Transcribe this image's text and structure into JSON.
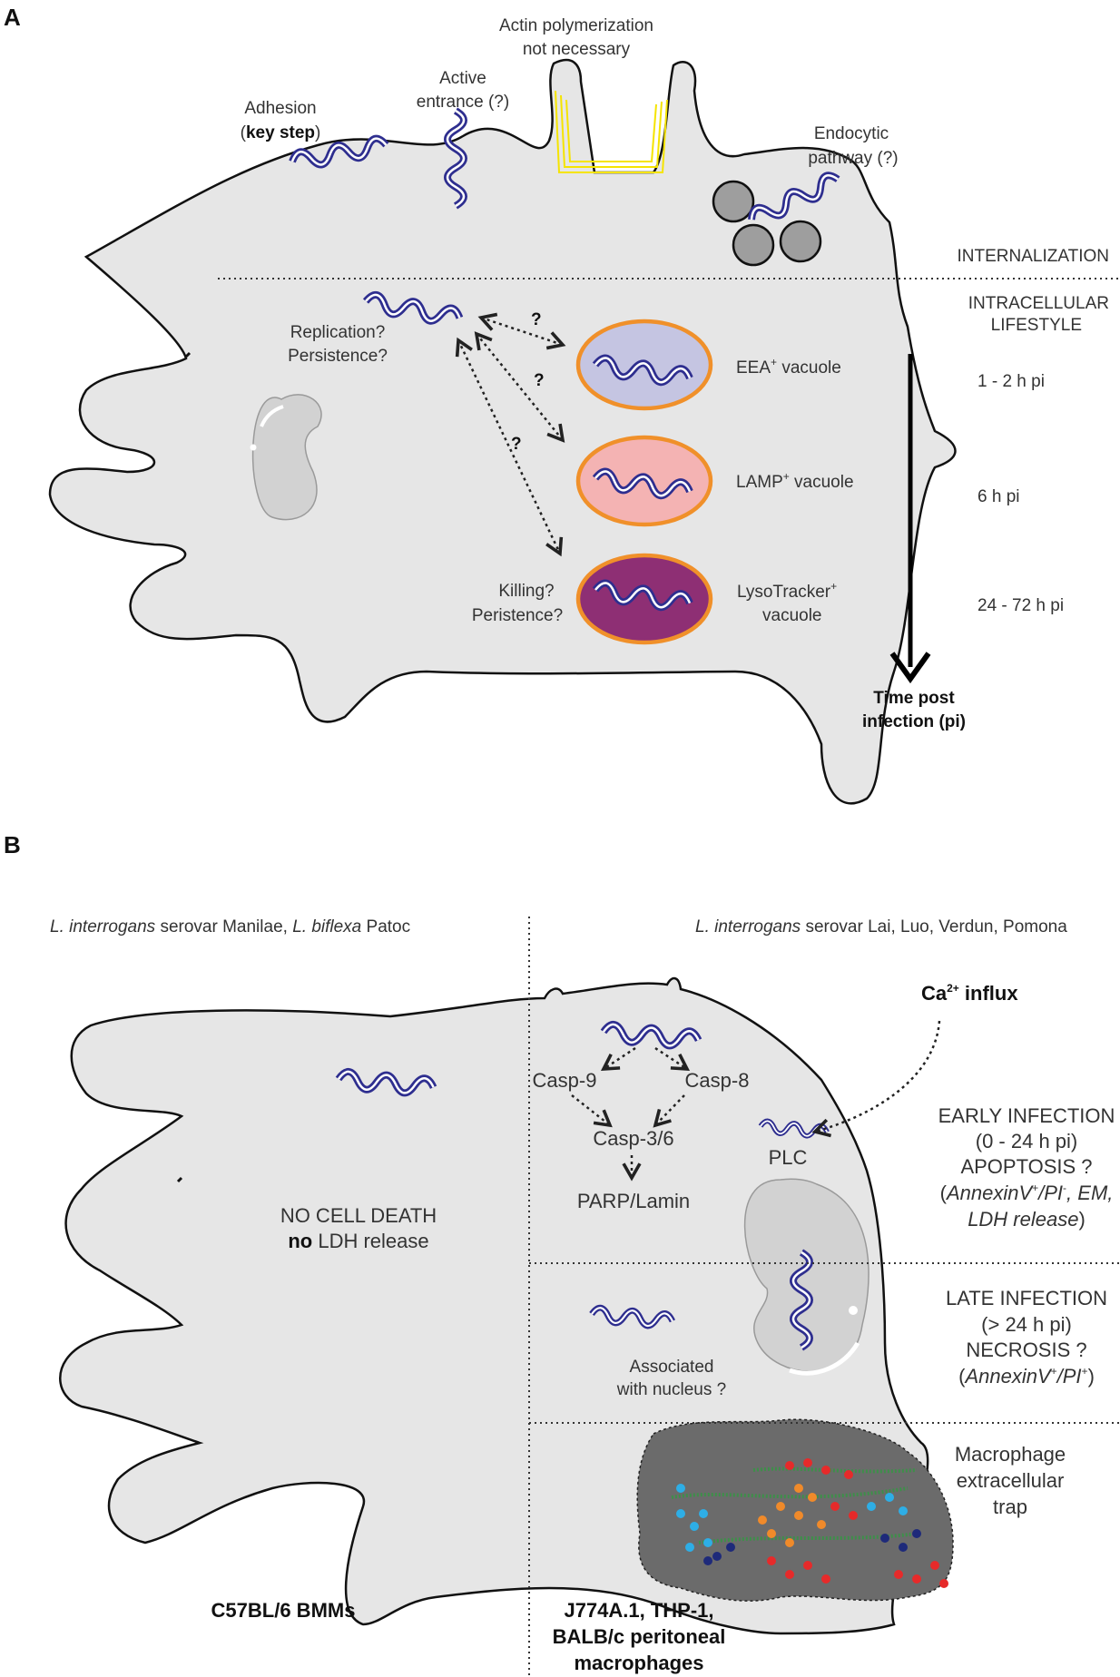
{
  "panel_a": {
    "label": "A",
    "adhesion": {
      "line1": "Adhesion",
      "paren_open": "(",
      "bold": "key step",
      "paren_close": ")"
    },
    "active_entrance": {
      "line1": "Active",
      "line2": "entrance (?)"
    },
    "actin": {
      "line1": "Actin polymerization",
      "line2": "not necessary"
    },
    "endocytic": {
      "line1": "Endocytic",
      "line2": "pathway (?)"
    },
    "internalization": "INTERNALIZATION",
    "intracellular": {
      "line1": "INTRACELLULAR",
      "line2": "LIFESTYLE"
    },
    "replication": {
      "line1": "Replication?",
      "line2": "Persistence?"
    },
    "killing": {
      "line1": "Killing?",
      "line2": "Peristence?"
    },
    "question_mark": "?",
    "eea": {
      "name": "EEA",
      "sup": "+",
      "rest": " vacuole"
    },
    "lamp": {
      "name": "LAMP",
      "sup": "+",
      "rest": " vacuole"
    },
    "lysotracker": {
      "name": "LysoTracker",
      "sup": "+",
      "line2": "vacuole"
    },
    "times": [
      "1 - 2 h pi",
      "6 h pi",
      "24 - 72 h pi"
    ],
    "time_axis": {
      "line1": "Time post",
      "line2": "infection (pi)"
    }
  },
  "panel_b": {
    "label": "B",
    "left_header": {
      "italic1": "L. interrogans",
      "plain1": " serovar Manilae, ",
      "italic2": "L. biflexa",
      "plain2": " Patoc"
    },
    "right_header": {
      "italic1": "L. interrogans",
      "plain1": " serovar Lai, Luo, Verdun, Pomona"
    },
    "ca_influx": {
      "base": "Ca",
      "sup": "2+",
      "rest": " influx"
    },
    "casp9": "Casp-9",
    "casp8": "Casp-8",
    "casp36": "Casp-3/6",
    "parp": "PARP/Lamin",
    "plc": "PLC",
    "no_cell_death": "NO CELL DEATH",
    "no_ldh": {
      "bold": "no",
      "rest": " LDH release"
    },
    "early": {
      "line1": "EARLY INFECTION",
      "line2": "(0 - 24 h pi)",
      "line3": "APOPTOSIS ?",
      "line4_open": "(",
      "line4_italic": "AnnexinV",
      "line4_sup1": "+",
      "line4_mid": "/PI",
      "line4_sup2": "-",
      "line4_tail": ", EM,",
      "line5": "LDH release",
      "line5_close": ")"
    },
    "late": {
      "line1": "LATE INFECTION",
      "line2": "(> 24 h pi)",
      "line3": "NECROSIS ?",
      "line4_open": "(",
      "line4_italic": "AnnexinV",
      "line4_sup1": "+",
      "line4_mid": "/PI",
      "line4_sup2": "+",
      "line4_close": ")"
    },
    "associated": {
      "line1": "Associated",
      "line2": "with nucleus ?"
    },
    "met": {
      "line1": "Macrophage",
      "line2": "extracellular",
      "line3": "trap"
    },
    "left_cells": "C57BL/6 BMMs",
    "right_cells": {
      "line1": "J774A.1, THP-1,",
      "line2": "BALB/c peritoneal",
      "line3": "macrophages"
    }
  },
  "colors": {
    "cell": "#e6e6e6",
    "bacteria": "#2e2e8f",
    "actin": "#f5e400",
    "eea": "#c5c5e2",
    "lamp": "#f4b3b3",
    "lysotracker": "#8e2f74",
    "vacuole_ring": "#f0902a",
    "met": "#6b6b6b"
  }
}
